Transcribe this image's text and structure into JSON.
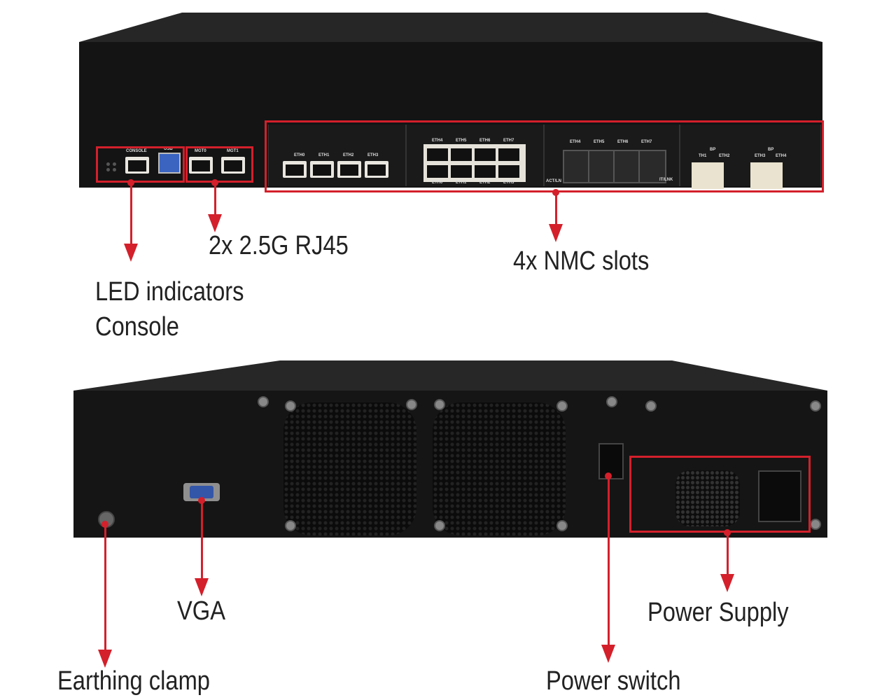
{
  "top_unit": {
    "port_labels": {
      "console": "CONSOLE",
      "usb": "USB",
      "mgt0": "MGT0",
      "mgt1": "MGT1",
      "slot1": [
        "ETH0",
        "ETH1",
        "ETH2",
        "ETH3"
      ],
      "slot2_top": [
        "ETH4",
        "ETH5",
        "ETH6",
        "ETH7"
      ],
      "slot2_bottom": [
        "ETH0",
        "ETH1",
        "ETH2",
        "ETH3"
      ],
      "slot3": [
        "ETH4",
        "ETH5",
        "ETH6",
        "ETH7"
      ],
      "slot3_left": "ACT/LN",
      "slot3_right": "IT/LNK",
      "slot4": [
        "TH1",
        "ETH2",
        "ETH3",
        "ETH4"
      ],
      "slot4_bp": "BP"
    }
  },
  "callouts": {
    "mgt": "2x 2.5G RJ45",
    "nmc": "4x NMC slots",
    "led": "LED indicators",
    "console": "Console",
    "vga": "VGA",
    "power_supply": "Power Supply",
    "earthing": "Earthing clamp",
    "power_switch": "Power switch"
  },
  "colors": {
    "accent": "#d3202b",
    "chassis": "#1a1a1a"
  }
}
